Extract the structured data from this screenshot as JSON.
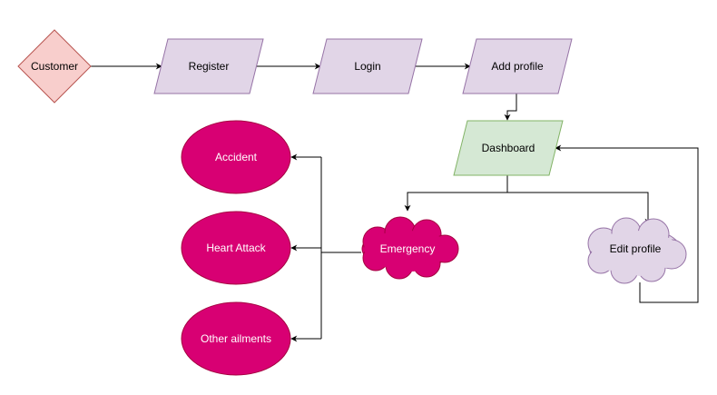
{
  "nodes": {
    "customer": {
      "label": "Customer",
      "shape": "diamond",
      "fill": "#f8cecc",
      "stroke": "#b85450",
      "text_color": "#000000"
    },
    "register": {
      "label": "Register",
      "shape": "parallelogram",
      "fill": "#e1d5e7",
      "stroke": "#9673a6",
      "text_color": "#000000"
    },
    "login": {
      "label": "Login",
      "shape": "parallelogram",
      "fill": "#e1d5e7",
      "stroke": "#9673a6",
      "text_color": "#000000"
    },
    "add_profile": {
      "label": "Add profile",
      "shape": "parallelogram",
      "fill": "#e1d5e7",
      "stroke": "#9673a6",
      "text_color": "#000000"
    },
    "dashboard": {
      "label": "Dashboard",
      "shape": "parallelogram",
      "fill": "#d5e8d4",
      "stroke": "#82b366",
      "text_color": "#000000"
    },
    "emergency": {
      "label": "Emergency",
      "shape": "cloud",
      "fill": "#d80073",
      "stroke": "#a50040",
      "text_color": "#ffffff"
    },
    "edit_profile": {
      "label": "Edit profile",
      "shape": "cloud",
      "fill": "#e1d5e7",
      "stroke": "#9673a6",
      "text_color": "#000000"
    },
    "accident": {
      "label": "Accident",
      "shape": "ellipse",
      "fill": "#d80073",
      "stroke": "#a50040",
      "text_color": "#ffffff"
    },
    "heart_attack": {
      "label": "Heart Attack",
      "shape": "ellipse",
      "fill": "#d80073",
      "stroke": "#a50040",
      "text_color": "#ffffff"
    },
    "other_ailments": {
      "label": "Other ailments",
      "shape": "ellipse",
      "fill": "#d80073",
      "stroke": "#a50040",
      "text_color": "#ffffff"
    }
  },
  "edges": [
    {
      "from": "Customer",
      "to": "Register"
    },
    {
      "from": "Register",
      "to": "Login"
    },
    {
      "from": "Login",
      "to": "Add profile"
    },
    {
      "from": "Add profile",
      "to": "Dashboard"
    },
    {
      "from": "Dashboard",
      "to": "Emergency"
    },
    {
      "from": "Dashboard",
      "to": "Edit profile"
    },
    {
      "from": "Edit profile",
      "to": "Dashboard"
    },
    {
      "from": "Emergency",
      "to": "Accident"
    },
    {
      "from": "Emergency",
      "to": "Heart Attack"
    },
    {
      "from": "Emergency",
      "to": "Other ailments"
    }
  ],
  "edge_color": "#000000"
}
